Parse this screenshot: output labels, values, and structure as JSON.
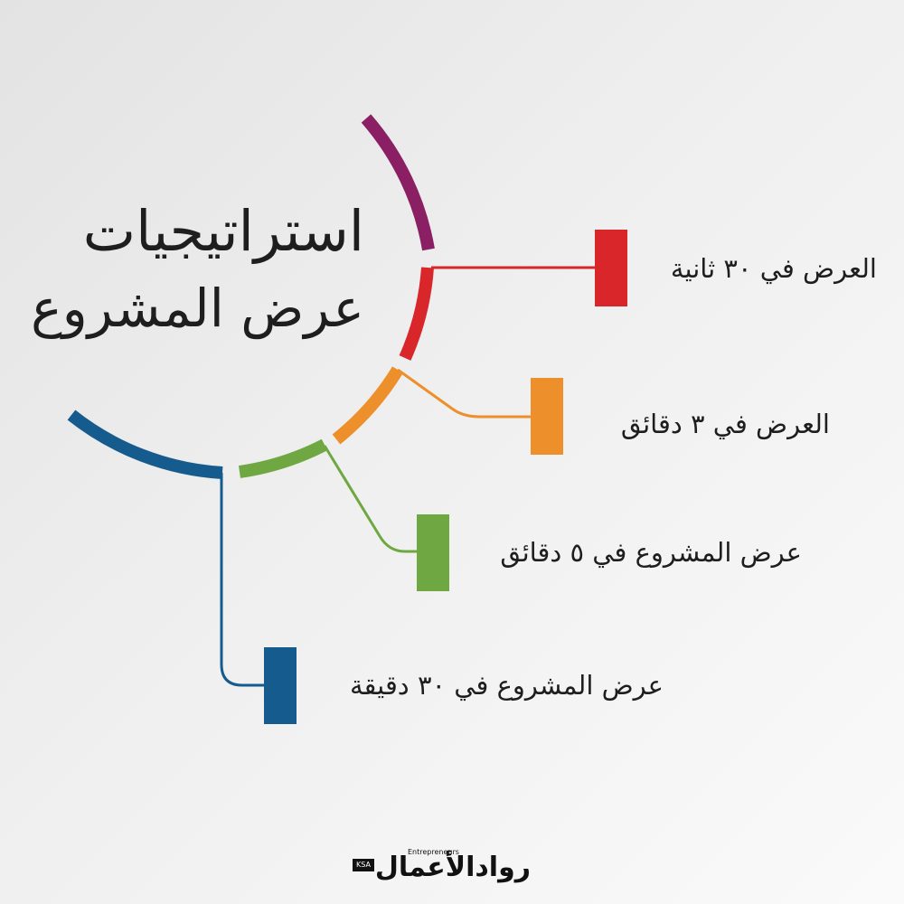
{
  "title": {
    "line1": "استراتيجيات",
    "line2": "عرض المشروع"
  },
  "items": [
    {
      "label": "العرض في ٣٠ ثانية",
      "color": "#d9262b"
    },
    {
      "label": "العرض في ٣ دقائق",
      "color": "#ed8f2a"
    },
    {
      "label": "عرض المشروع في ٥ دقائق",
      "color": "#6fa843"
    },
    {
      "label": "عرض المشروع في ٣٠ دقيقة",
      "color": "#165b8e"
    }
  ],
  "arc_top_color": "#8a1f63",
  "logo": {
    "text": "روادالأعمال",
    "subtext": "Entrepreneurs",
    "badge": "KSA"
  }
}
